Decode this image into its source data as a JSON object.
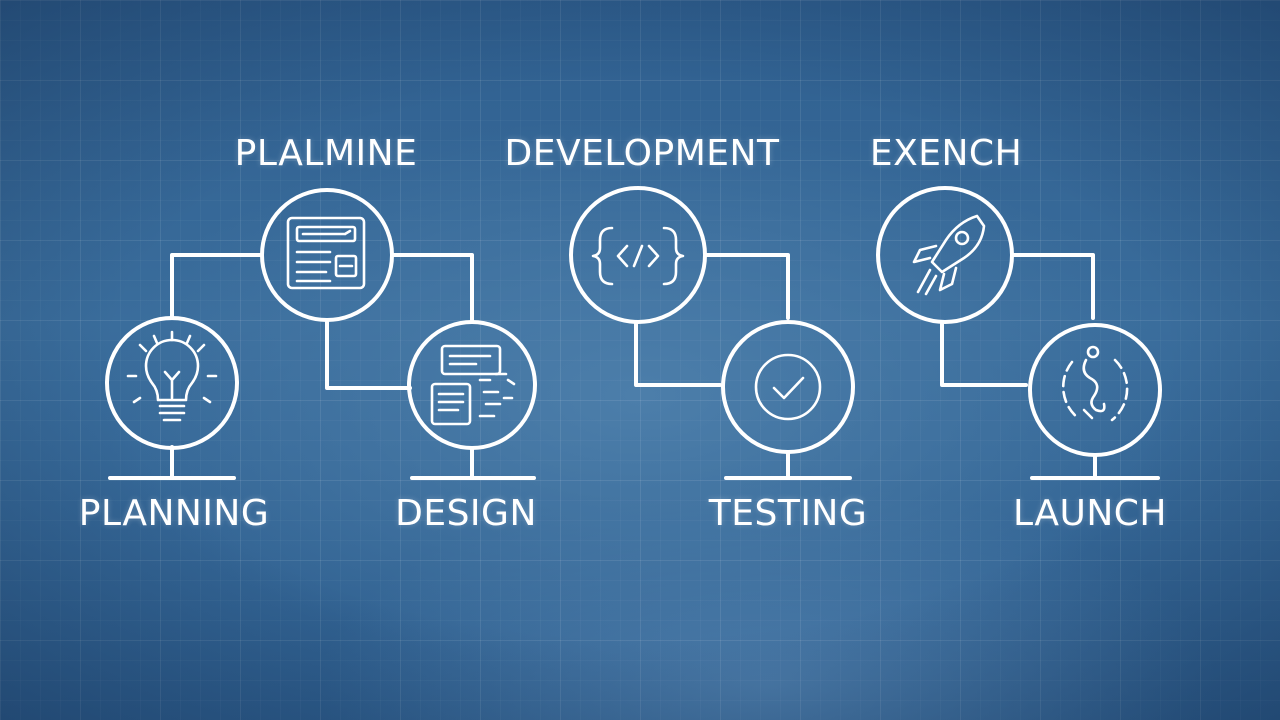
{
  "top_labels": {
    "plalmine": "PLALMINE",
    "development": "DEVELOPMENT",
    "exench": "EXENCH"
  },
  "bottom_labels": {
    "planning": "PLANNING",
    "design": "DESIGN",
    "testing": "TESTING",
    "launch": "LAUNCH"
  },
  "icons": [
    "document-layout-icon",
    "code-brackets-icon",
    "rocket-icon",
    "lightbulb-icon",
    "design-wireframe-icon",
    "checkmark-icon",
    "refresh-cycle-icon"
  ],
  "colors": {
    "background": "#3a6d9c",
    "line": "#ffffff"
  }
}
